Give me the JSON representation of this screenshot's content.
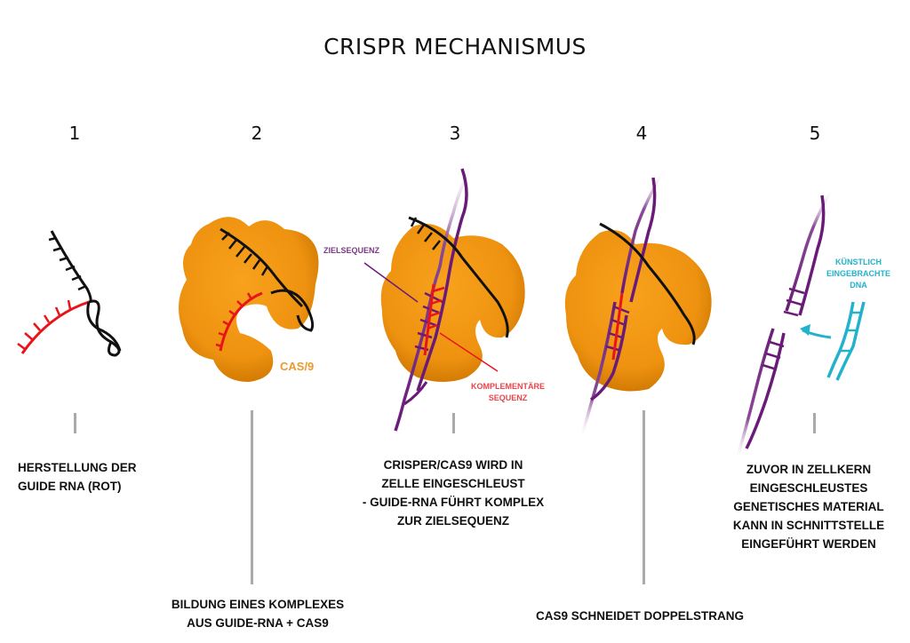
{
  "title": "CRISPR MECHANISMUS",
  "steps": [
    {
      "number": "1",
      "caption": "HERSTELLUNG DER\nGUIDE RNA (ROT)"
    },
    {
      "number": "2",
      "caption": "BILDUNG EINES KOMPLEXES\nAUS GUIDE-RNA + CAS9"
    },
    {
      "number": "3",
      "caption": "CRISPER/CAS9 WIRD IN\nZELLE EINGESCHLEUST\n- GUIDE-RNA FÜHRT KOMPLEX\nZUR ZIELSEQUENZ"
    },
    {
      "number": "4",
      "caption": "CAS9 SCHNEIDET DOPPELSTRANG"
    },
    {
      "number": "5",
      "caption": "ZUVOR IN ZELLKERN\nEINGESCHLEUSTES\nGENETISCHES MATERIAL\nKANN IN SCHNITTSTELLE\nEINGEFÜHRT WERDEN"
    }
  ],
  "labels": {
    "cas9": "CAS/9",
    "target_sequence": "ZIELSEQUENZ",
    "complementary_sequence": "KOMPLEMENTÄRE\nSEQUENZ",
    "artificial_dna": "KÜNSTLICH\nEINGEBRACHTE\nDNA"
  },
  "colors": {
    "guide_rna": "#e8141b",
    "rna_strand": "#111111",
    "cas9_protein": "#f0960f",
    "cas9_label": "#e89a2a",
    "target_dna": "#6a1b78",
    "target_label": "#7a3a85",
    "complementary_label": "#e8454a",
    "artificial_dna": "#22b3cc",
    "connector": "#aaaaaa"
  }
}
